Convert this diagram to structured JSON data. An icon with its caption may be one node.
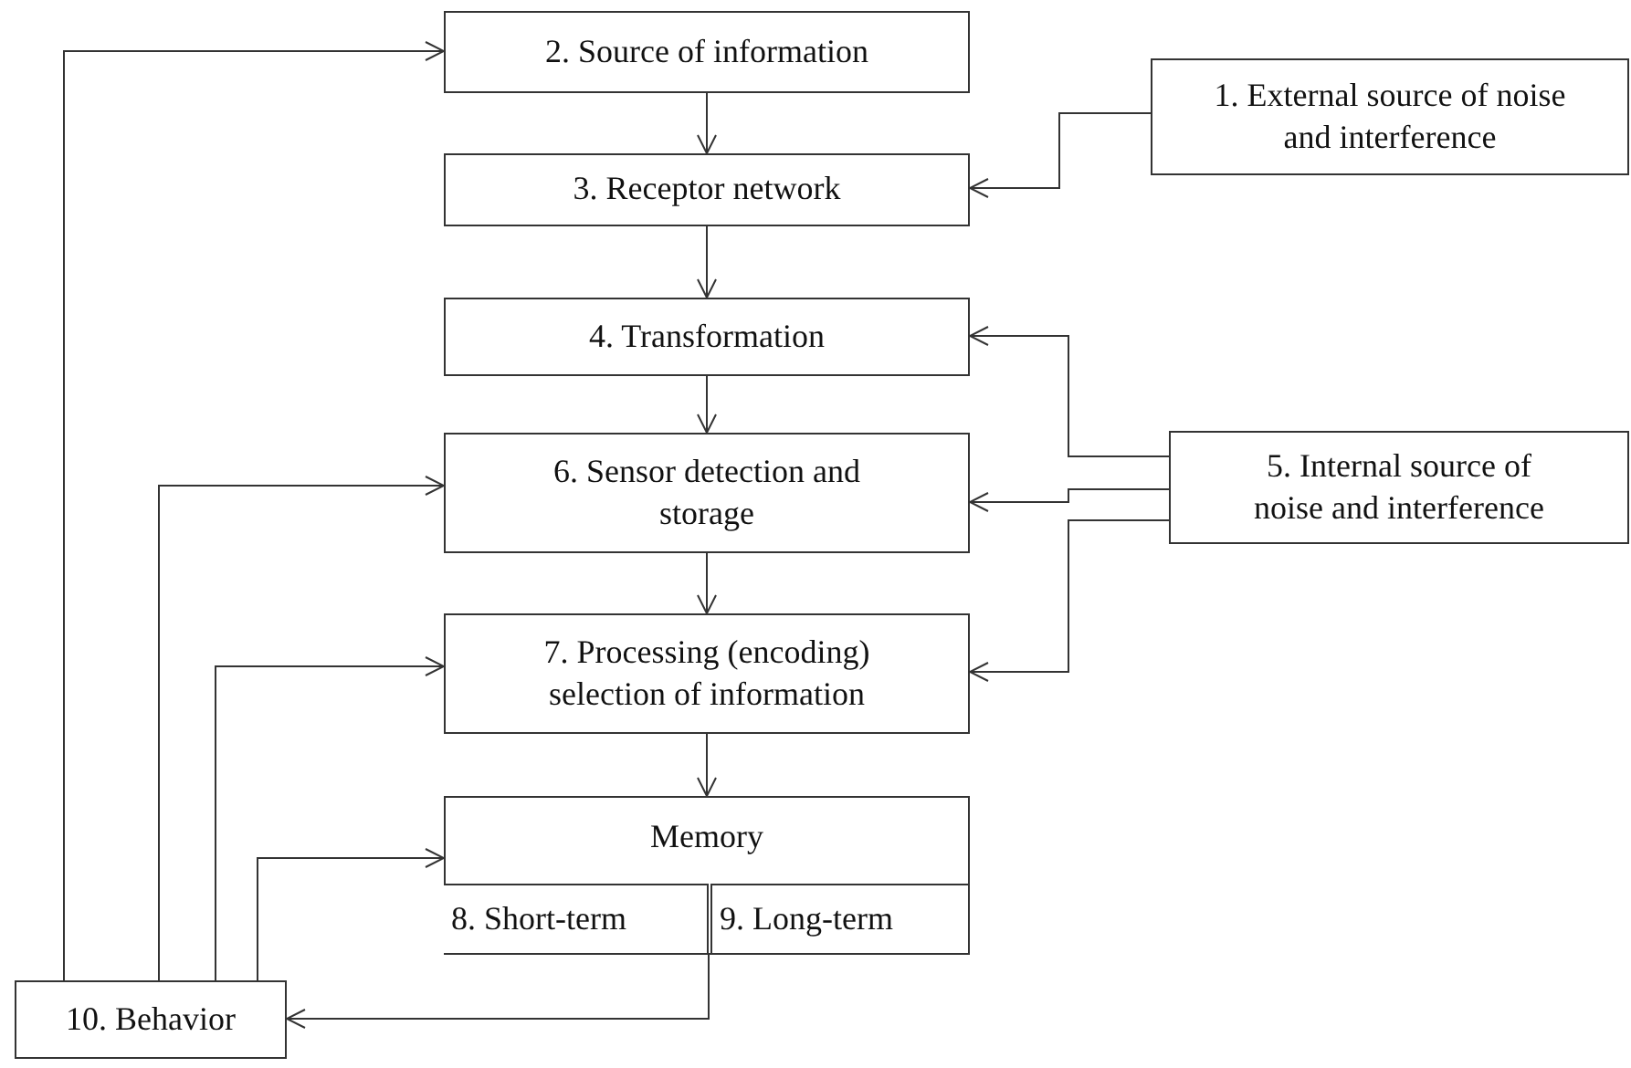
{
  "diagram": {
    "nodes": [
      {
        "text": [
          "2. Source of information"
        ]
      },
      {
        "text": [
          "1. External source of noise and interference"
        ]
      },
      {
        "text": [
          "3. Receptor network"
        ]
      },
      {
        "text": [
          "4. Transformation"
        ]
      },
      {
        "text": [
          "6. Sensor detection and storage"
        ]
      },
      {
        "text": [
          "5. Internal source of noise and interference"
        ]
      },
      {
        "text": [
          "7. Processing (encoding) selection of information"
        ]
      },
      {
        "text": [
          "Memory"
        ]
      },
      {
        "text": [
          "8. Short-term"
        ],
        "in": 7
      },
      {
        "text": [
          "9. Long-term"
        ],
        "in": 7
      },
      {
        "text": [
          "10. Behavior"
        ]
      }
    ],
    "edges": [
      {
        "from": 0,
        "to": 2,
        "arrow": "to"
      },
      {
        "from": 1,
        "to": 2,
        "arrow": "to"
      },
      {
        "from": 2,
        "to": 3,
        "arrow": "to"
      },
      {
        "from": 5,
        "to": 3,
        "arrow": "to"
      },
      {
        "from": 3,
        "to": 4,
        "arrow": "to"
      },
      {
        "from": 5,
        "to": 4,
        "arrow": "to"
      },
      {
        "from": 4,
        "to": 6,
        "arrow": "to"
      },
      {
        "from": 5,
        "to": 6,
        "arrow": "to"
      },
      {
        "from": 6,
        "to": 7,
        "arrow": "to"
      },
      {
        "from": 7,
        "to": 10,
        "arrow": "to"
      },
      {
        "from": 10,
        "to": 0,
        "arrow": "to"
      },
      {
        "from": 10,
        "to": 4,
        "arrow": "to"
      },
      {
        "from": 10,
        "to": 6,
        "arrow": "to"
      },
      {
        "from": 10,
        "to": 7,
        "arrow": "to"
      }
    ]
  }
}
